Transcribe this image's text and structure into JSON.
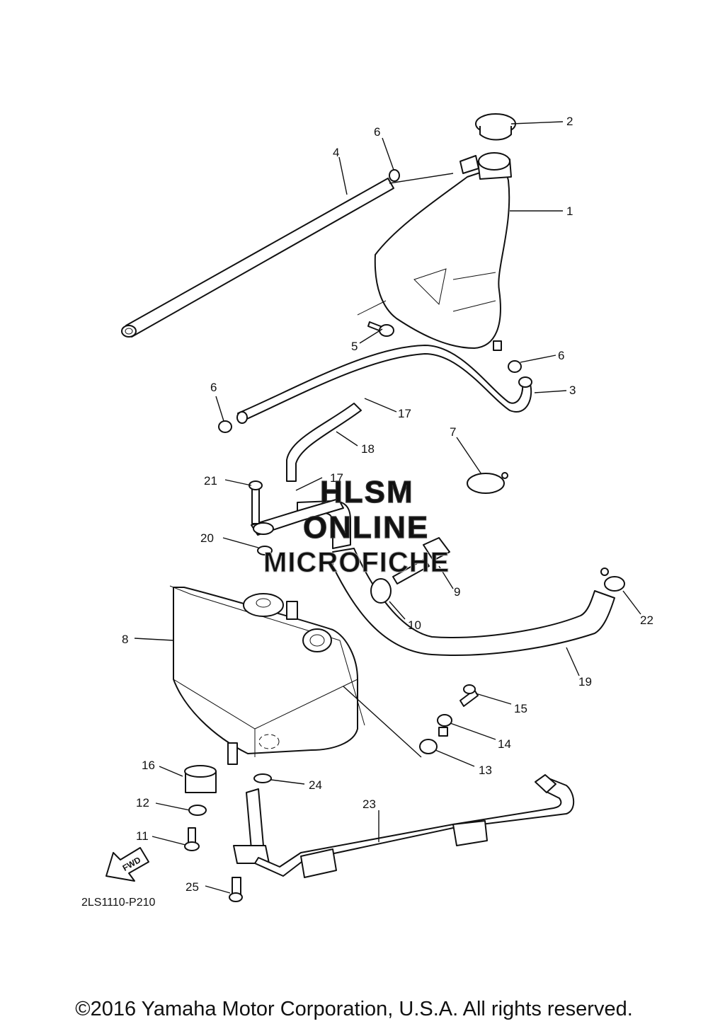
{
  "diagram_code": "2LS1110-P210",
  "fwd_label": "FWD",
  "watermark": [
    "HLSM",
    "ONLINE",
    "MICROFICHE"
  ],
  "copyright": "©2016 Yamaha Motor Corporation, U.S.A. All rights reserved.",
  "callouts": [
    "1",
    "2",
    "3",
    "4",
    "5",
    "6",
    "6",
    "6",
    "7",
    "8",
    "9",
    "10",
    "11",
    "12",
    "13",
    "14",
    "15",
    "16",
    "17",
    "17",
    "18",
    "19",
    "20",
    "21",
    "22",
    "23",
    "24",
    "25"
  ]
}
